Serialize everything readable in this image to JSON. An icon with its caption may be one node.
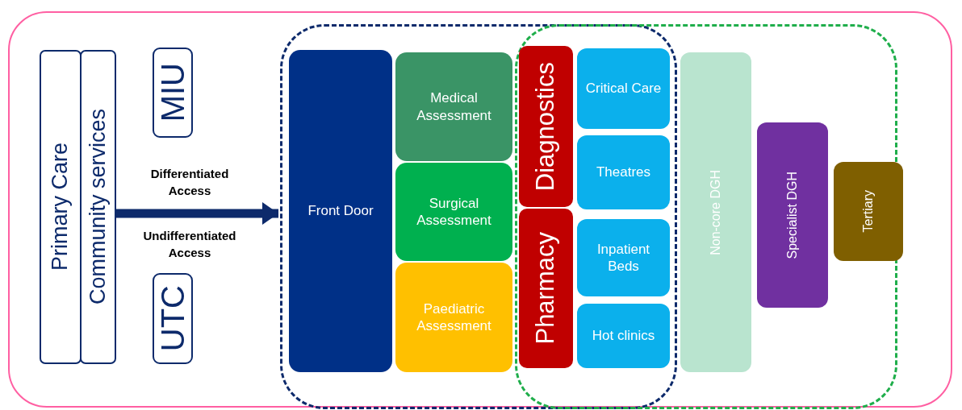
{
  "diagram": {
    "nodes": [
      {
        "text": [],
        "shape": "box"
      },
      {
        "text": [
          "Primary Care"
        ],
        "in": 0
      },
      {
        "text": [
          "Community services"
        ],
        "in": 0
      },
      {
        "text": [
          "MIU"
        ],
        "in": 0
      },
      {
        "text": [
          "UTC"
        ],
        "in": 0
      },
      {
        "text": [],
        "shape": "box",
        "in": 0
      },
      {
        "text": [
          "Front Door"
        ],
        "in": 5
      },
      {
        "text": [
          "Medical Assessment"
        ],
        "in": 5
      },
      {
        "text": [
          "Surgical Assessment"
        ],
        "in": 5
      },
      {
        "text": [
          "Paediatric Assessment"
        ],
        "in": 5
      },
      {
        "text": [],
        "shape": "box",
        "in": 0
      },
      {
        "text": [
          "Diagnostics"
        ]
      },
      {
        "text": [
          "Pharmacy"
        ]
      },
      {
        "text": [
          "Critical Care"
        ]
      },
      {
        "text": [
          "Theatres"
        ]
      },
      {
        "text": [
          "Inpatient Beds"
        ]
      },
      {
        "text": [
          "Hot clinics"
        ]
      },
      {
        "text": [
          "Non-core DGH"
        ],
        "in": 10
      },
      {
        "text": [
          "Specialist DGH"
        ],
        "in": 10
      },
      {
        "text": [
          "Tertiary"
        ],
        "in": 10
      }
    ],
    "edges": [
      {
        "from": 2,
        "to": 5,
        "arrow": "to"
      }
    ],
    "labels": [
      "Differentiated Access",
      "Undifferentiated Access"
    ]
  }
}
